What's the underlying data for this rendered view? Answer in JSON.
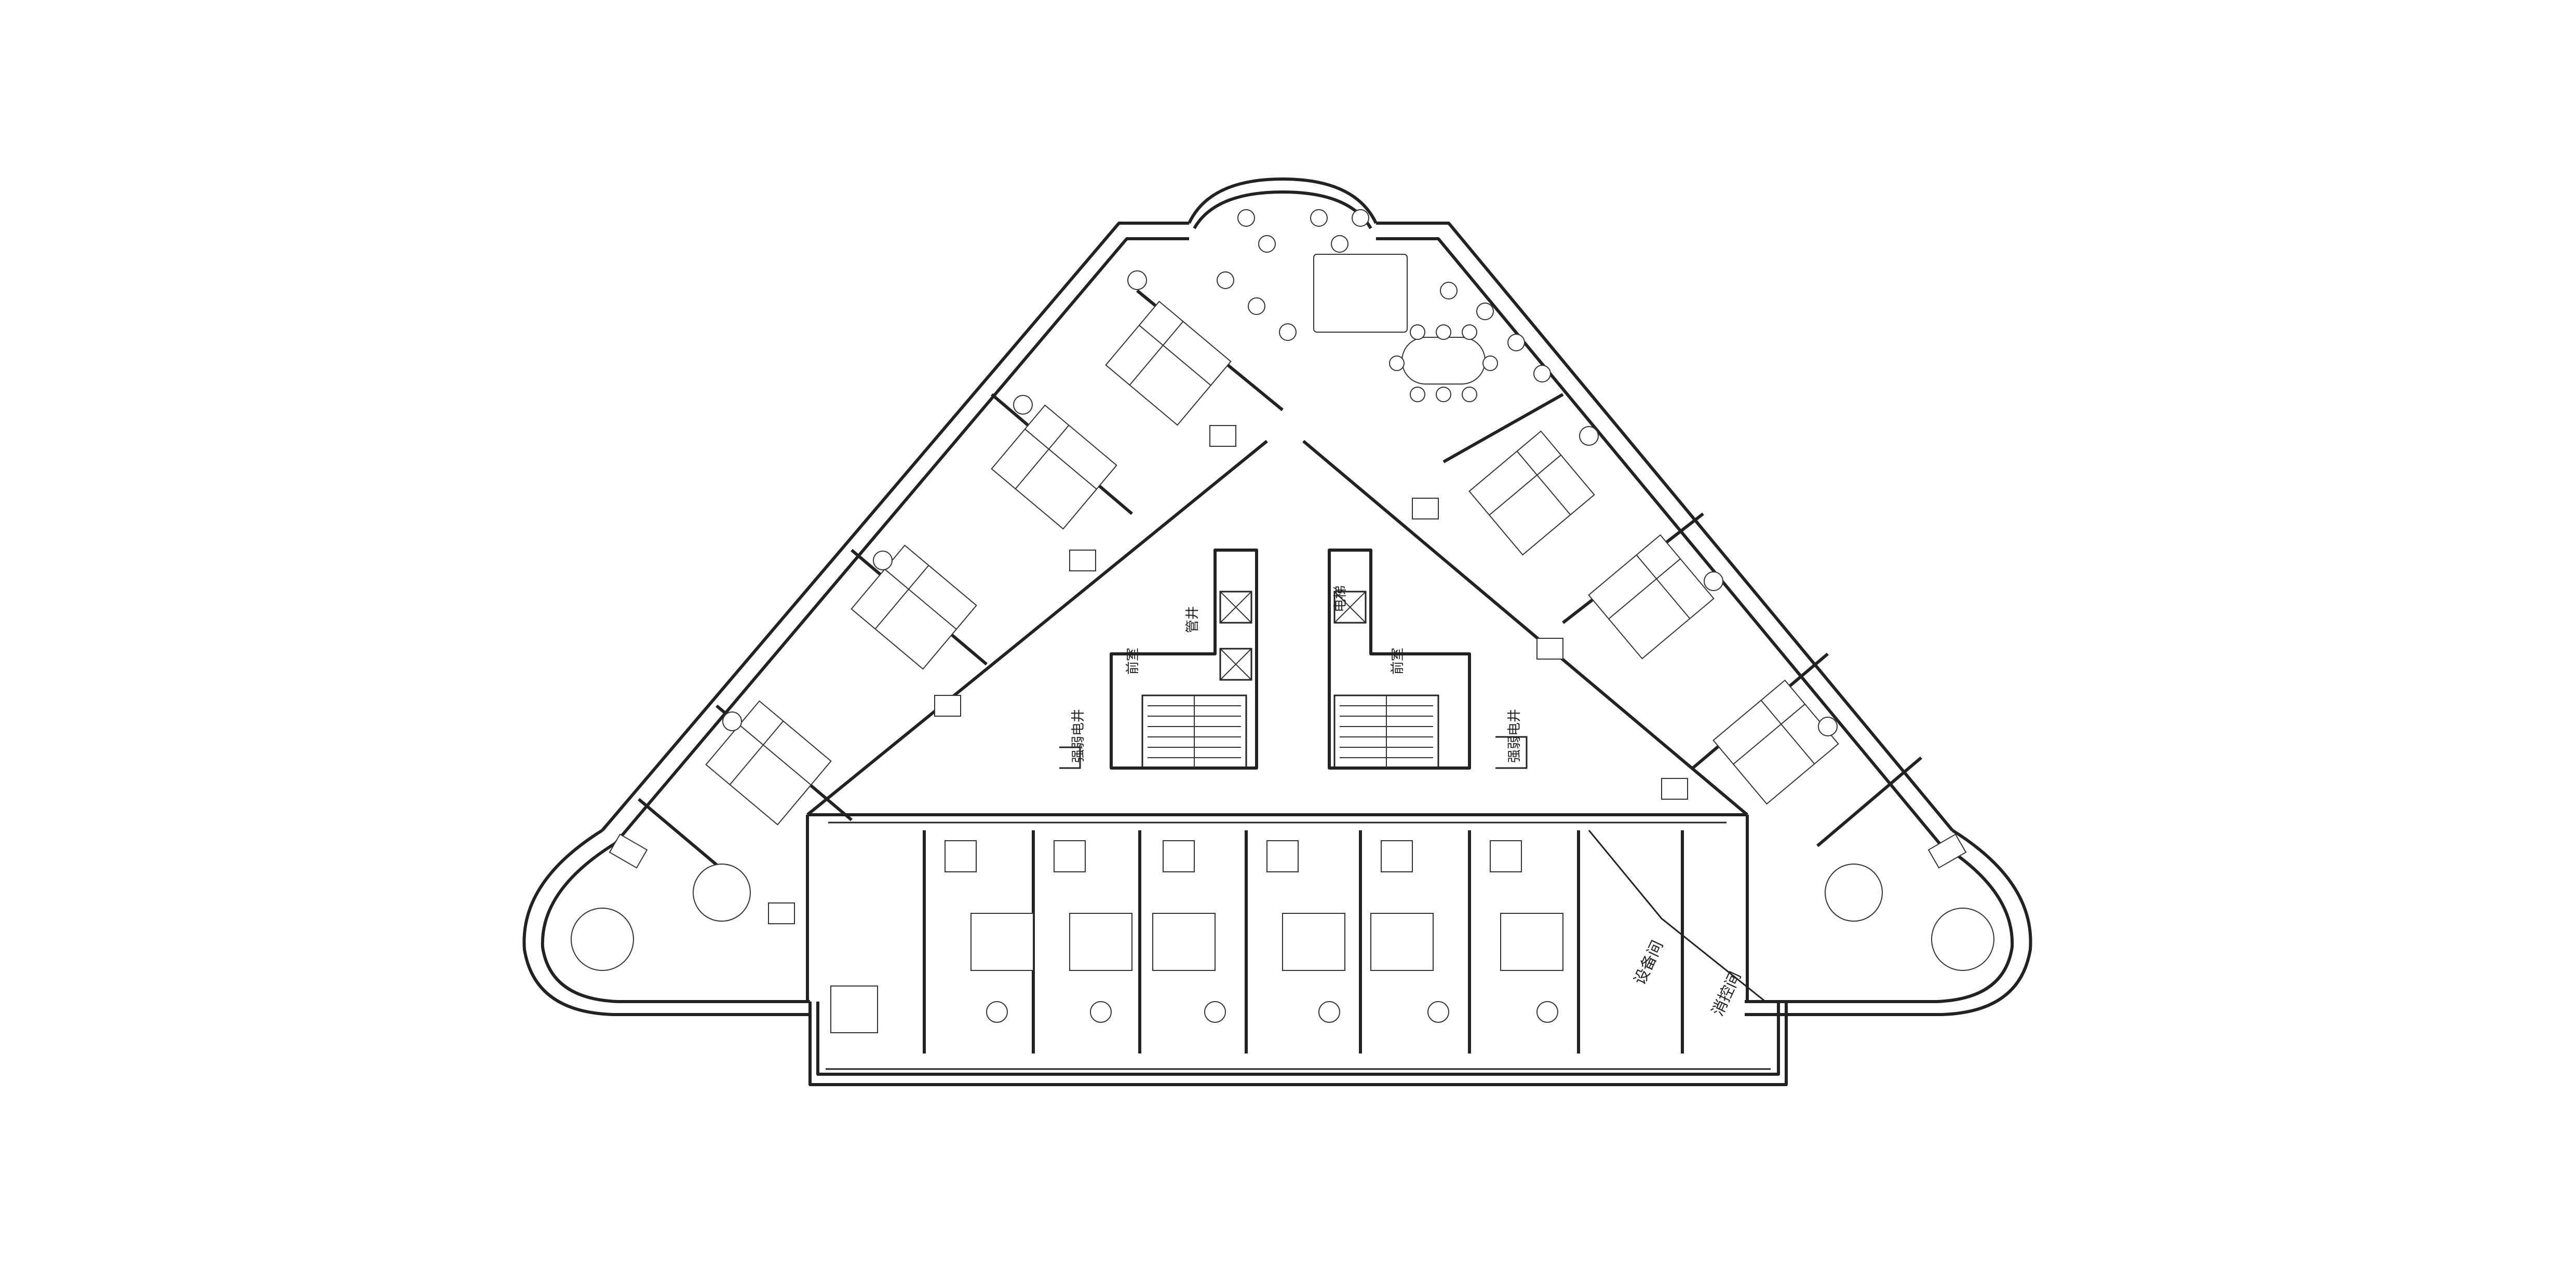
{
  "labels": {
    "equipment_room": "设备间",
    "fire_room": "消控间",
    "front_room_left": "前室",
    "front_room_right": "前室",
    "elevator": "电梯",
    "shaft_left": "强弱电井",
    "shaft_right": "强弱电井",
    "pipe_well": "管井"
  },
  "colors": {
    "line": "#222222",
    "background": "#ffffff"
  }
}
